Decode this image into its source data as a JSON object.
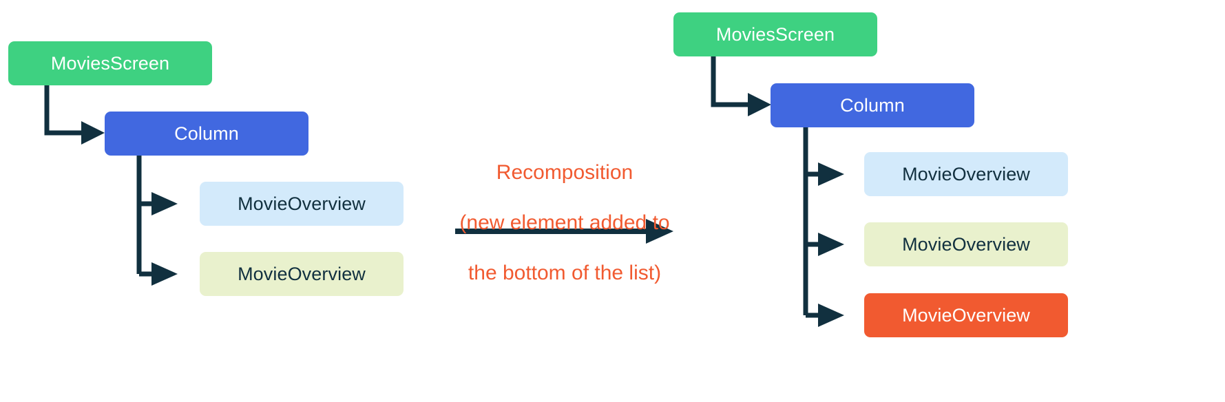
{
  "diagram": {
    "title_visible": false,
    "background_color": "#ffffff",
    "connector_color": "#11303f",
    "accent_color": "#f15a30"
  },
  "before_tree": {
    "root": {
      "label": "MoviesScreen",
      "color": "#3ed181",
      "text_color": "#ffffff"
    },
    "container": {
      "label": "Column",
      "color": "#4168e0",
      "text_color": "#ffffff"
    },
    "children": [
      {
        "label": "MovieOverview",
        "color": "#d3eafb",
        "text_color": "#11303f"
      },
      {
        "label": "MovieOverview",
        "color": "#e9f1cd",
        "text_color": "#11303f"
      }
    ]
  },
  "transition": {
    "line1": "Recomposition",
    "line2": "(new element added to",
    "line3": "the bottom of the list)",
    "text_color": "#f15a30",
    "arrow_color": "#11303f",
    "arrow_direction": "right"
  },
  "after_tree": {
    "root": {
      "label": "MoviesScreen",
      "color": "#3ed181",
      "text_color": "#ffffff"
    },
    "container": {
      "label": "Column",
      "color": "#4168e0",
      "text_color": "#ffffff"
    },
    "children": [
      {
        "label": "MovieOverview",
        "color": "#d3eafb",
        "text_color": "#11303f"
      },
      {
        "label": "MovieOverview",
        "color": "#e9f1cd",
        "text_color": "#11303f"
      },
      {
        "label": "MovieOverview",
        "color": "#f15a30",
        "text_color": "#ffffff"
      }
    ]
  }
}
